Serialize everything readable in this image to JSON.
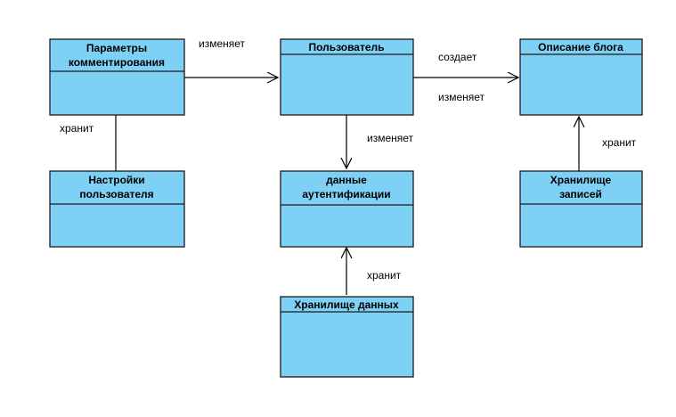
{
  "classes": {
    "params": {
      "title": [
        "Параметры",
        "комментирования"
      ]
    },
    "user": {
      "title": [
        "Пользователь"
      ]
    },
    "blog": {
      "title": [
        "Описание блога"
      ]
    },
    "settings": {
      "title": [
        "Настройки",
        "пользователя"
      ]
    },
    "auth": {
      "title": [
        "данные",
        "аутентификации"
      ]
    },
    "records": {
      "title": [
        "Хранилище",
        "записей"
      ]
    },
    "datastore": {
      "title": [
        "Хранилище данных"
      ]
    }
  },
  "edges": {
    "params_user": "изменяет",
    "params_settings": "хранит",
    "user_blog_creates": "создает",
    "user_blog_modifies": "изменяет",
    "user_auth": "изменяет",
    "records_blog": "хранит",
    "datastore_auth": "хранит"
  },
  "colors": {
    "class_fill": "#7fd0f5",
    "stroke": "#1a1a1a"
  }
}
